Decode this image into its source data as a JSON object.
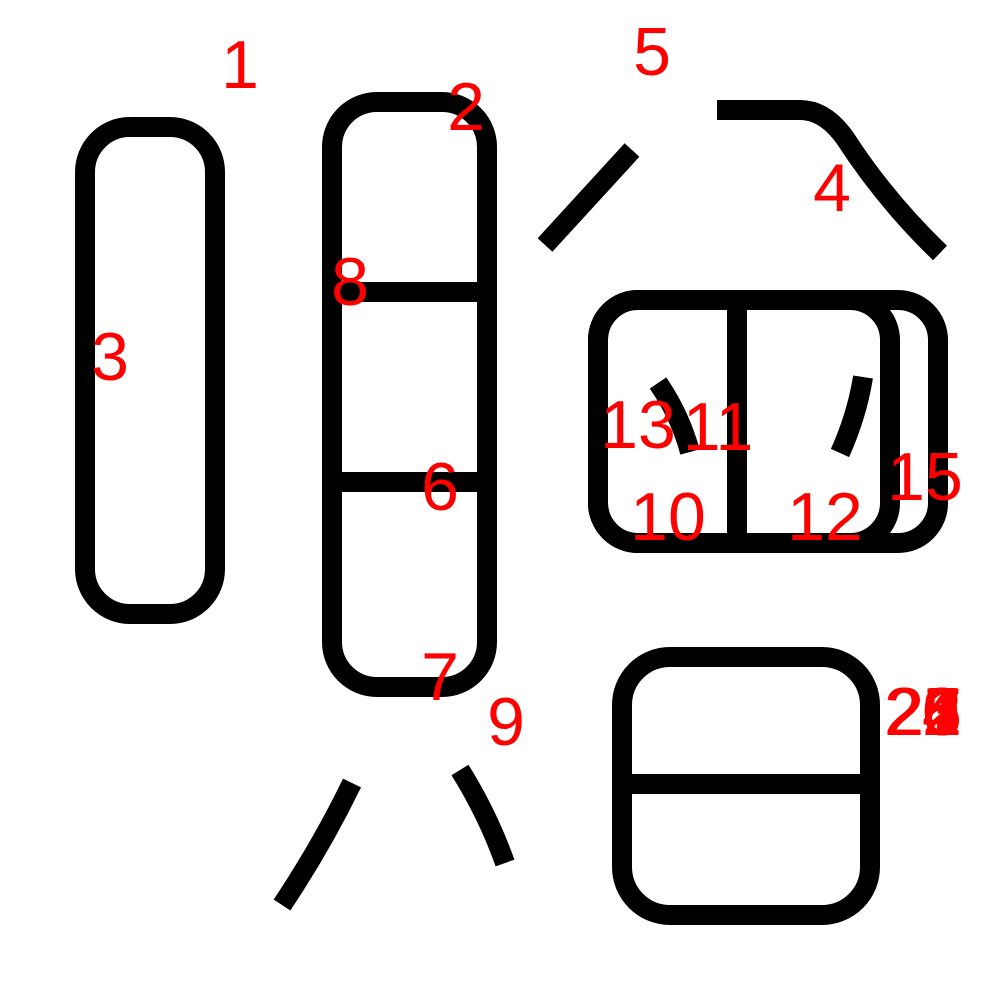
{
  "colors": {
    "background": "#ffffff",
    "stroke": "#000000",
    "label": "#ff0000"
  },
  "labels": {
    "n1": "1",
    "n2": "2",
    "n3": "3",
    "n4": "4",
    "n5": "5",
    "n6": "6",
    "n7": "7",
    "n8": "8",
    "n9": "9",
    "n10": "10",
    "n11": "11",
    "n12": "12",
    "n13": "13",
    "n15": "15",
    "stack": [
      "20",
      "21",
      "22",
      "23",
      "24",
      "25",
      "26",
      "27"
    ]
  }
}
